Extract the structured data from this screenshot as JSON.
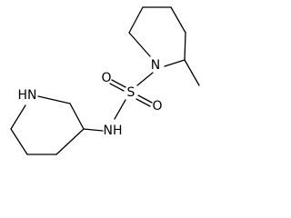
{
  "structure": {
    "atoms": {
      "ring_n": "N",
      "sulfur": "S",
      "oxygen_top": "O",
      "oxygen_bottom": "O",
      "sulfonamide_nh": "NH",
      "piperidine_nh": "HN"
    }
  }
}
